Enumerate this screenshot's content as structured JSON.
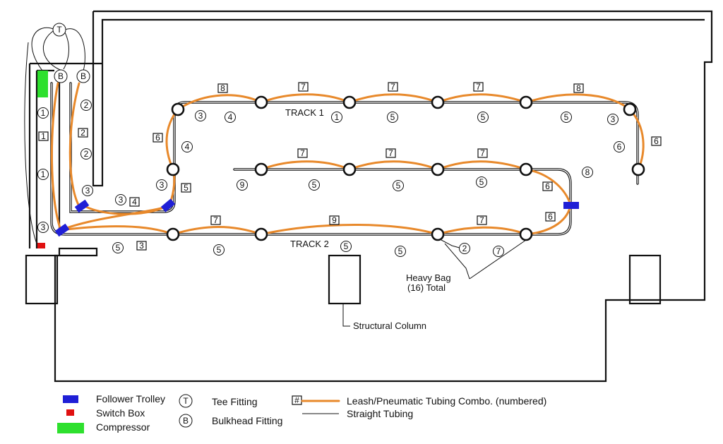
{
  "diagram": {
    "track1_label": "TRACK 1",
    "track2_label": "TRACK 2",
    "heavy_bag_label_line1": "Heavy Bag",
    "heavy_bag_label_line2": "(16) Total",
    "structural_column_label": "Structural Column",
    "tee_symbol": "T",
    "bulkhead_symbol": "B"
  },
  "legend": {
    "follower_trolley": "Follower Trolley",
    "switch_box": "Switch Box",
    "compressor": "Compressor",
    "tee_fitting": "Tee Fitting",
    "bulkhead_fitting": "Bulkhead Fitting",
    "tee_symbol": "T",
    "bulkhead_symbol": "B",
    "numbered_symbol": "#",
    "leash_combo": "Leash/Pneumatic Tubing Combo. (numbered)",
    "straight_tubing": "Straight Tubing"
  },
  "colors": {
    "trolley": "#1f1fd6",
    "switch_box": "#e01010",
    "compressor": "#2ee02e",
    "tubing": "#e8892b",
    "line": "#111111"
  },
  "leash_numbers": [
    "8",
    "7",
    "7",
    "7",
    "8",
    "7",
    "7",
    "7",
    "6",
    "6",
    "4",
    "5",
    "6",
    "6",
    "7",
    "9",
    "7",
    "1",
    "2",
    "3"
  ],
  "tubing_numbers": [
    "3",
    "4",
    "1",
    "5",
    "5",
    "5",
    "3",
    "4",
    "6",
    "9",
    "5",
    "5",
    "5",
    "8",
    "1",
    "2",
    "2",
    "1",
    "7",
    "3",
    "3",
    "3",
    "3",
    "2",
    "5",
    "5",
    "5",
    "5",
    "2",
    "7"
  ]
}
